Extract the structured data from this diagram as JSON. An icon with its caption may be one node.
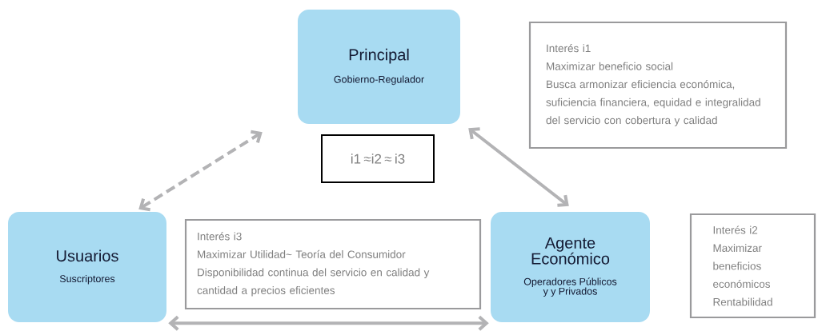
{
  "diagram": {
    "nodes": [
      {
        "text": [
          "Principal",
          "Gobierno-Regulador"
        ]
      },
      {
        "text": [
          "Interés i1",
          "Maximizar beneficio social",
          "Busca armonizar eficiencia económica, suficiencia financiera, equidad e integralidad del servicio con cobertura y calidad"
        ]
      },
      {
        "text": [
          "i1 ≈i2 ≈ i3"
        ]
      },
      {
        "text": [
          "Usuarios",
          "Suscriptores"
        ]
      },
      {
        "text": [
          "Interés i3",
          "Maximizar Utilidad~ Teoría del Consumidor",
          "Disponibilidad continua del servicio en calidad y cantidad a precios eficientes"
        ]
      },
      {
        "text": [
          "Agente Económico",
          "Operadores Públicos y y Privados"
        ]
      },
      {
        "text": [
          "Interés i2",
          "Maximizar beneficios económicos",
          "Rentabilidad"
        ]
      }
    ],
    "edges": [
      {
        "from": 3,
        "to": 0,
        "arrow": "both",
        "style": "dashed"
      },
      {
        "from": 0,
        "to": 5,
        "arrow": "both"
      },
      {
        "from": 3,
        "to": 5,
        "arrow": "both"
      }
    ]
  }
}
